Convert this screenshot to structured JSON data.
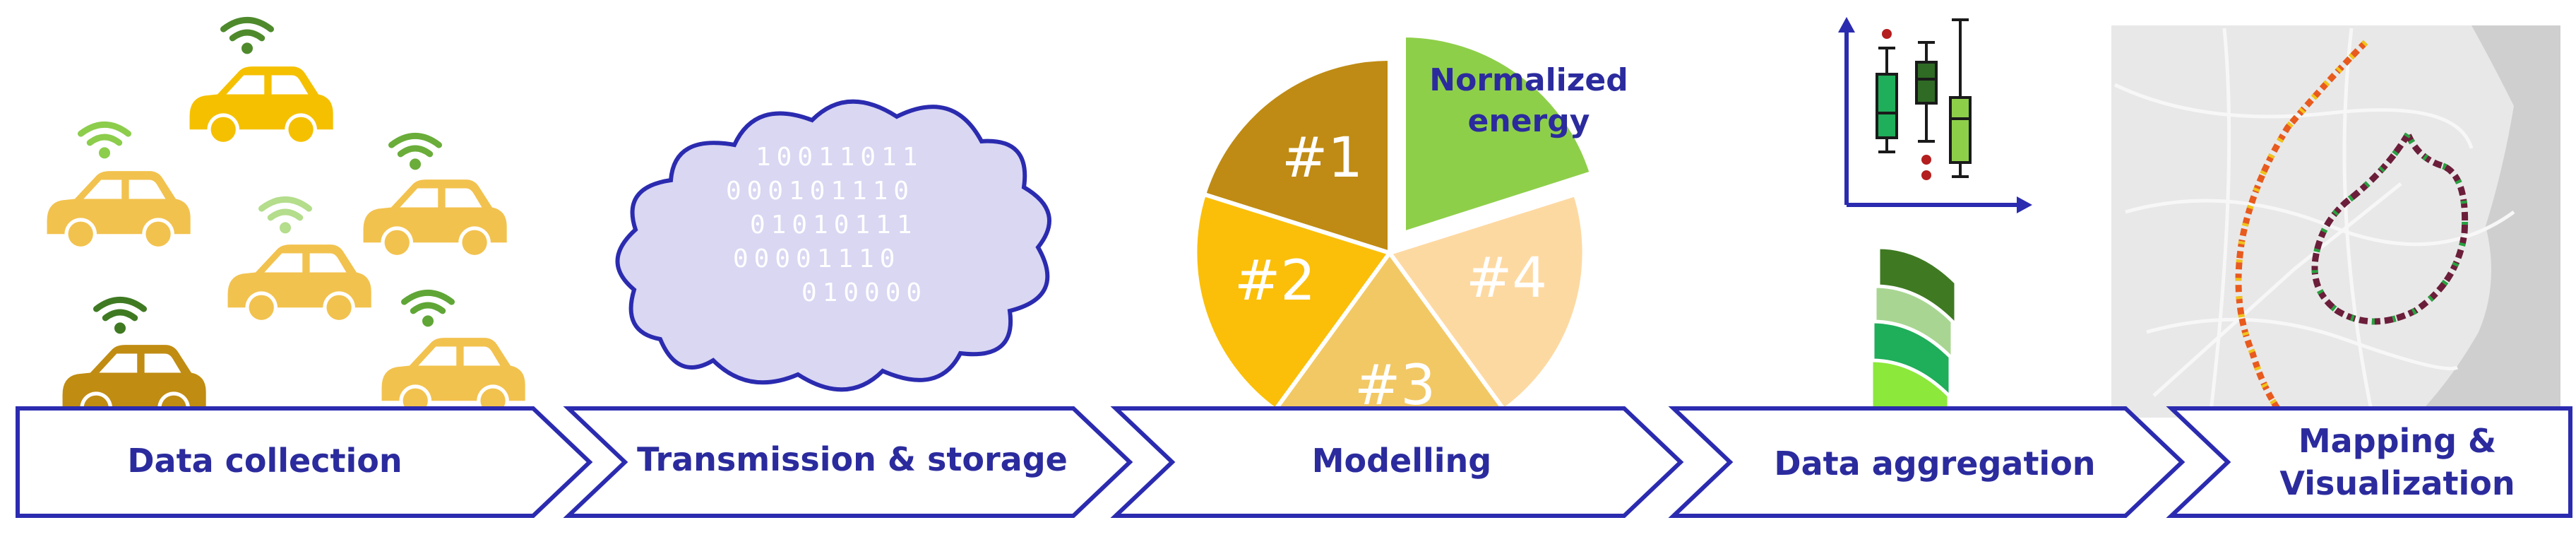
{
  "pipeline": {
    "stages": [
      {
        "label": "Data collection"
      },
      {
        "label": "Transmission & storage"
      },
      {
        "label": "Modelling"
      },
      {
        "label": "Data aggregation"
      },
      {
        "label_line1": "Mapping &",
        "label_line2": "Visualization"
      }
    ]
  },
  "transmission": {
    "binary_lines": [
      "10011011",
      "000101110",
      "01010111",
      "00001110",
      "010000"
    ]
  },
  "modelling": {
    "slices": [
      {
        "label": "#1",
        "color": "#bf8b14"
      },
      {
        "label": "#2",
        "color": "#fbbf0a"
      },
      {
        "label": "#3",
        "color": "#f2c865"
      },
      {
        "label": "#4",
        "color": "#fdd9a2"
      }
    ],
    "highlight": {
      "line1": "Normalized",
      "line2": "energy",
      "color": "#8ecf4a"
    }
  },
  "colors": {
    "arrow_stroke": "#2b2bb0",
    "label_text": "#2b2b9e",
    "cloud_fill": "#d9d7f2",
    "car_yellow": "#f5c000",
    "car_light": "#f2c24e",
    "car_dark": "#c08c12"
  }
}
